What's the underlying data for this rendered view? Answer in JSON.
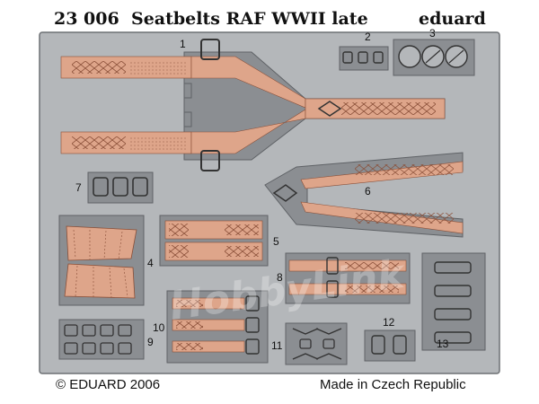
{
  "header": {
    "part_code": "23 006",
    "title": "Seatbelts RAF WWII late",
    "brand": "eduard"
  },
  "footer": {
    "copyright": "© EDUARD 2006",
    "origin": "Made in Czech Republic"
  },
  "part_numbers": [
    "1",
    "2",
    "3",
    "4",
    "5",
    "6",
    "7",
    "8",
    "9",
    "10",
    "11",
    "12",
    "13"
  ],
  "watermark": "HobbyLink",
  "colors": {
    "fret_metal": "#b4b7ba",
    "fret_edge": "#6d7074",
    "steel_part": "#8b8e92",
    "strap_orange": "#dea58a",
    "strap_stitch": "#8a4f38",
    "text": "#111111"
  }
}
